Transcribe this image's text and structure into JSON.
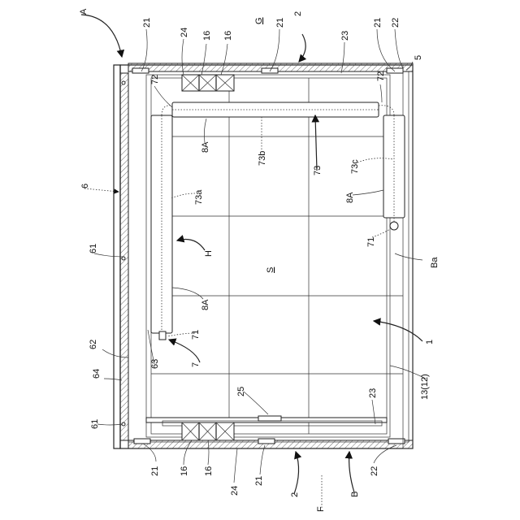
{
  "labels": {
    "A": "A",
    "G": "G",
    "2": "2",
    "21": "21",
    "22": "22",
    "23": "23",
    "24": "24",
    "16": "16",
    "5": "5",
    "72": "72",
    "8A": "8A",
    "73b": "73b",
    "73": "73",
    "73c": "73c",
    "73a": "73a",
    "6": "6",
    "61": "61",
    "71": "71",
    "H": "H",
    "S": "S",
    "Ba": "Ba",
    "62": "62",
    "64": "64",
    "63": "63",
    "7": "7",
    "1": "1",
    "13(12)": "13(12)",
    "25": "25",
    "B": "B",
    "F": "F"
  }
}
